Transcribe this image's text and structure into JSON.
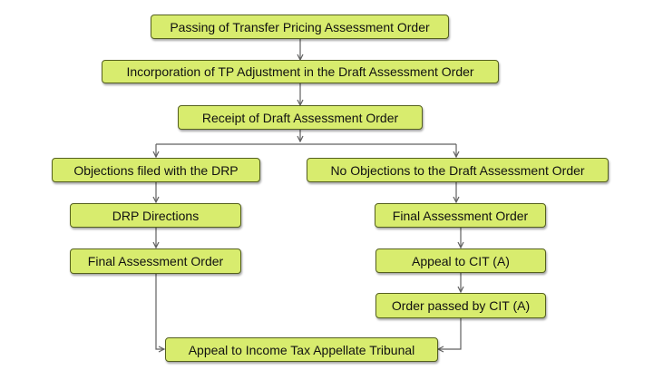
{
  "diagram": {
    "nodes": {
      "tp_order": "Passing of Transfer Pricing Assessment Order",
      "incorporation": "Incorporation of TP Adjustment in the Draft Assessment Order",
      "receipt": "Receipt of Draft Assessment Order",
      "objections": "Objections filed with the DRP",
      "no_objections": "No Objections to the Draft Assessment Order",
      "drp_directions": "DRP Directions",
      "final_left": "Final Assessment Order",
      "final_right": "Final Assessment Order",
      "appeal_cit": "Appeal to CIT (A)",
      "order_cit": "Order passed by CIT (A)",
      "appeal_itat": "Appeal to Income Tax Appellate Tribunal"
    },
    "colors": {
      "box_fill": "#d8ec6e",
      "box_border": "#55601f",
      "connector": "#606060"
    }
  }
}
